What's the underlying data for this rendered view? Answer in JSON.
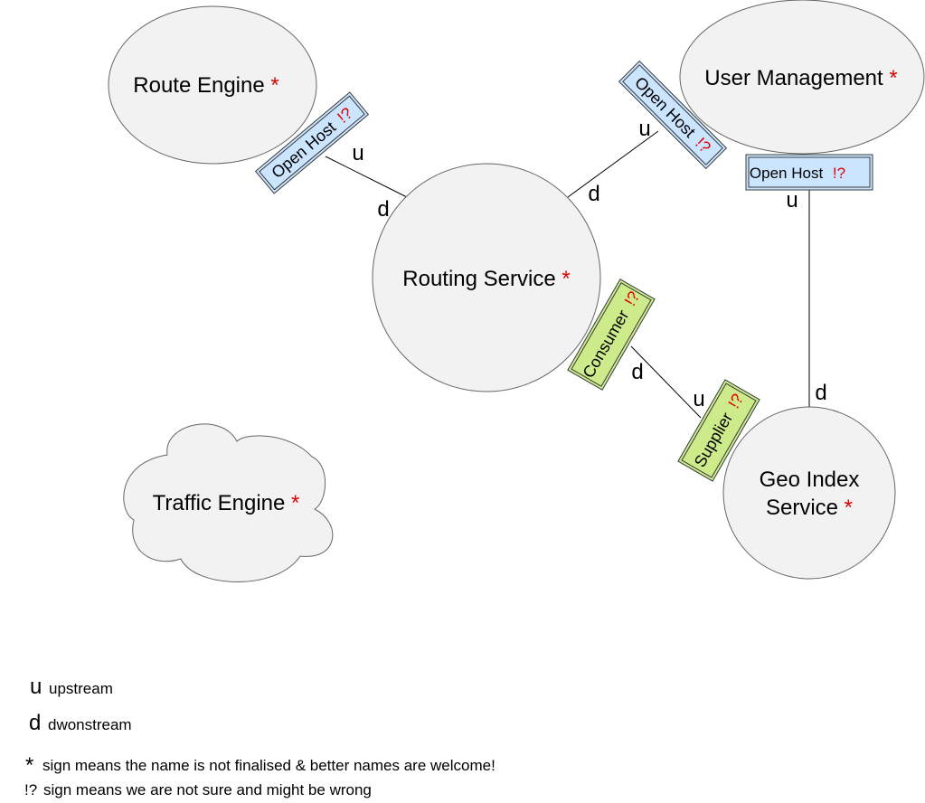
{
  "colors": {
    "node_fill": "#f2f2f2",
    "node_stroke": "#666666",
    "open_host_fill": "#cce5ff",
    "open_host_stroke": "#36393d",
    "acl_fill": "#cdeb8b",
    "acl_stroke": "#36393d",
    "accent_red": "#e00000"
  },
  "nodes": {
    "route_engine": {
      "label": "Route Engine",
      "mark": "*"
    },
    "user_management": {
      "label": "User Management",
      "mark": "*"
    },
    "routing_service": {
      "label": "Routing Service",
      "mark": "*"
    },
    "traffic_engine": {
      "label": "Traffic Engine",
      "mark": "*"
    },
    "geo_index_service": {
      "label_line1": "Geo Index",
      "label_line2": "Service",
      "mark": "*"
    }
  },
  "badges": {
    "route_engine_open_host": {
      "label": "Open Host",
      "mark": "!?"
    },
    "user_mgmt_open_host_rotated": {
      "label": "Open Host",
      "mark": "!?"
    },
    "user_mgmt_open_host": {
      "label": "Open Host",
      "mark": "!?"
    },
    "routing_consumer": {
      "label": "Consumer",
      "mark": "!?"
    },
    "geo_supplier": {
      "label": "Supplier",
      "mark": "!?"
    }
  },
  "edge_labels": {
    "upstream": "u",
    "downstream": "d"
  },
  "legend": {
    "u_key": "u",
    "u_text": "upstream",
    "d_key": "d",
    "d_text": "dwonstream",
    "star_key": "*",
    "star_text": "sign means the name is not finalised &  better names are welcome!",
    "q_key": "!?",
    "q_text": "sign means we are not sure and might be wrong"
  }
}
